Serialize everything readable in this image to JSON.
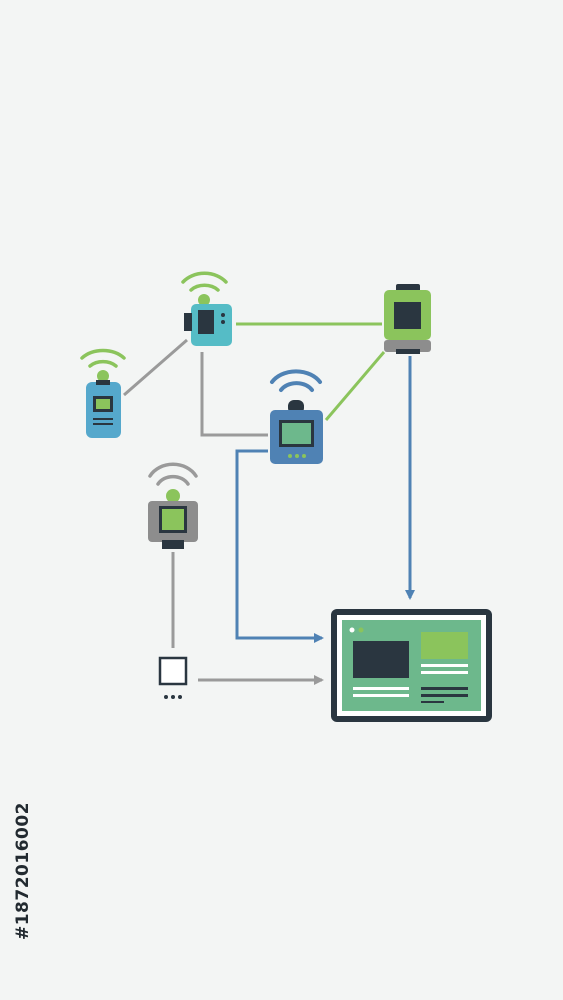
{
  "colors": {
    "background": "#f3f5f4",
    "green": "#8bc45c",
    "blue": "#4f82b4",
    "teal": "#55bcc6",
    "gray": "#9a9a9a",
    "dark": "#2a3640",
    "screen_green": "#6db88c"
  },
  "nodes": [
    {
      "name": "sensor-blue-small",
      "icon": "wifi-sensor-icon",
      "signal": "green"
    },
    {
      "name": "sensor-teal-camera",
      "icon": "wifi-camera-icon",
      "signal": "green"
    },
    {
      "name": "gateway-green",
      "icon": "smartwatch-icon",
      "signal": "none"
    },
    {
      "name": "hub-blue",
      "icon": "wifi-router-icon",
      "signal": "blue"
    },
    {
      "name": "sensor-gray",
      "icon": "wifi-sensor-icon",
      "signal": "gray"
    },
    {
      "name": "small-node-square",
      "icon": "more-dots-icon",
      "signal": "none"
    },
    {
      "name": "dashboard-screen",
      "icon": "monitor-icon",
      "signal": "none"
    }
  ],
  "links": [
    {
      "from": "sensor-blue-small",
      "to": "sensor-teal-camera",
      "color": "gray",
      "arrow": false
    },
    {
      "from": "sensor-teal-camera",
      "to": "gateway-green",
      "color": "green",
      "arrow": false
    },
    {
      "from": "sensor-teal-camera",
      "to": "hub-blue",
      "color": "gray",
      "arrow": false
    },
    {
      "from": "gateway-green",
      "to": "hub-blue",
      "color": "green",
      "arrow": false
    },
    {
      "from": "gateway-green",
      "to": "dashboard-screen",
      "color": "blue",
      "arrow": true
    },
    {
      "from": "hub-blue",
      "to": "dashboard-screen",
      "color": "blue",
      "arrow": true
    },
    {
      "from": "sensor-gray",
      "to": "small-node-square",
      "color": "gray",
      "arrow": false
    },
    {
      "from": "small-node-square",
      "to": "dashboard-screen",
      "color": "gray",
      "arrow": true
    }
  ],
  "side_id": "#1872016002"
}
